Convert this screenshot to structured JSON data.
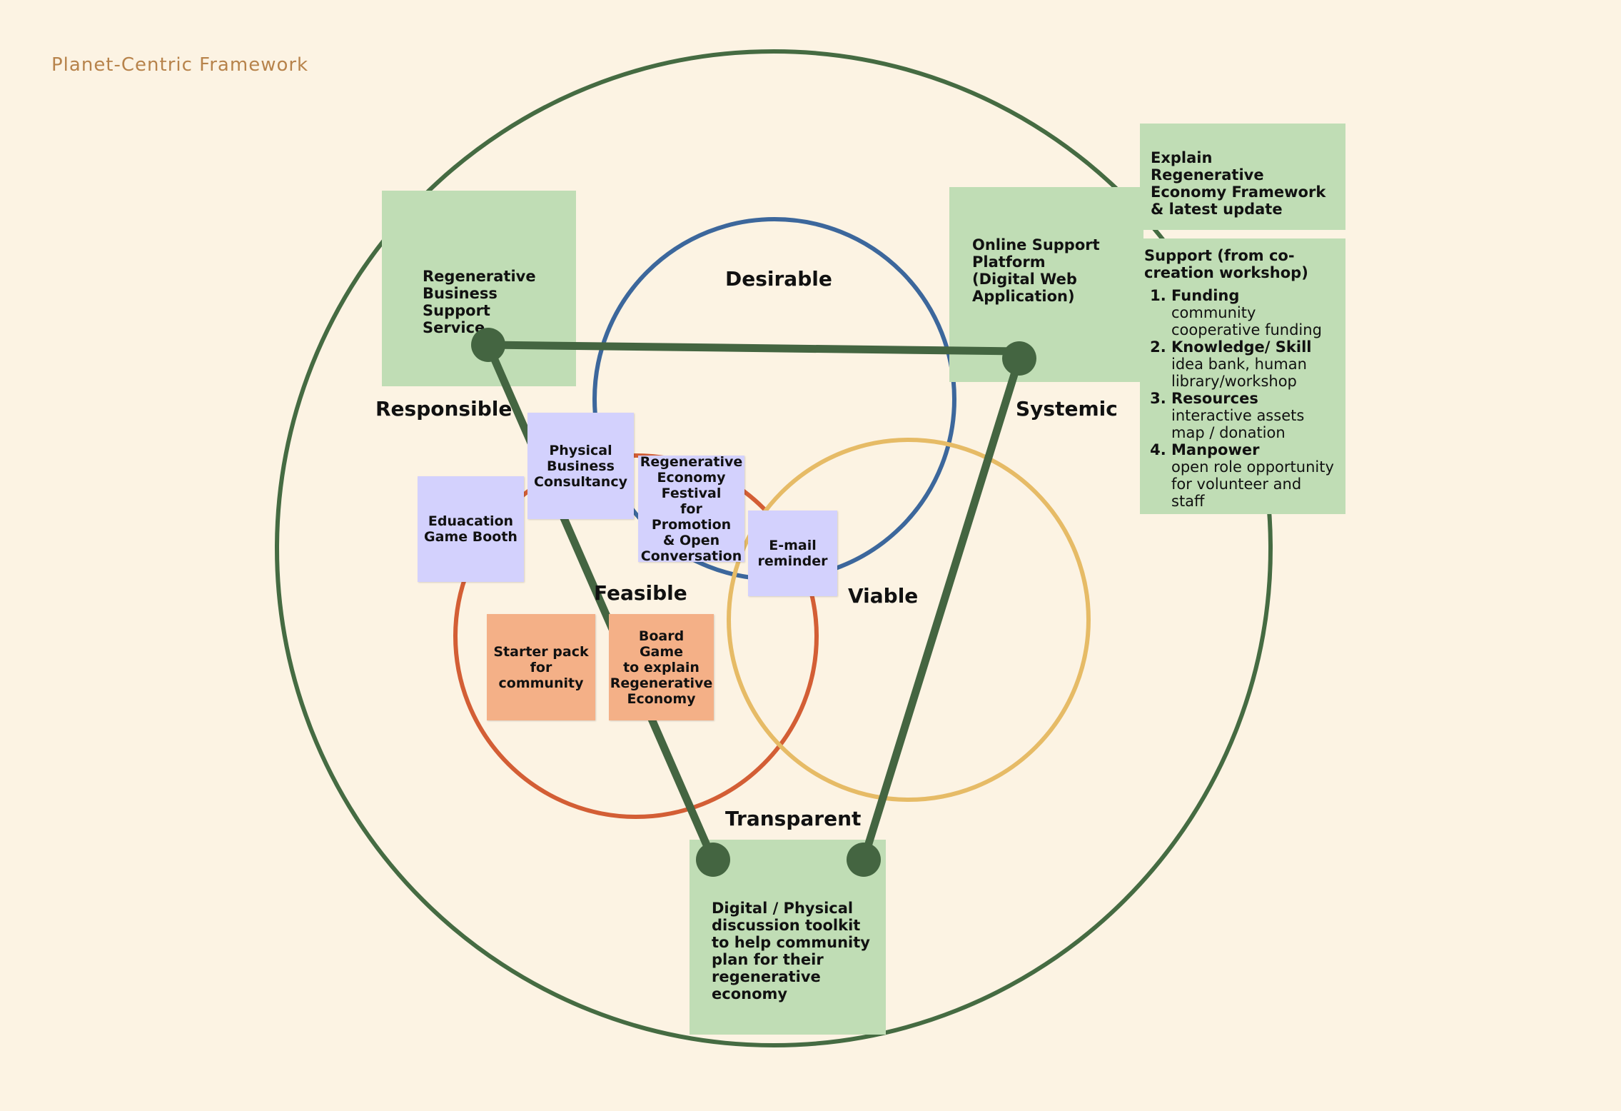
{
  "title": "Planet-Centric Framework",
  "labels": {
    "desirable": "Desirable",
    "responsible": "Responsible",
    "systemic": "Systemic",
    "feasible": "Feasible",
    "viable": "Viable",
    "transparent": "Transparent"
  },
  "green_notes": {
    "regenerative_business_support": "Regenerative\nBusiness\nSupport\nService",
    "online_support_platform": "Online Support\nPlatform\n(Digital Web\nApplication)",
    "explain_framework": "Explain\nRegenerative\nEconomy Framework\n& latest update",
    "discussion_toolkit": "Digital / Physical\ndiscussion toolkit\nto help community\nplan for their\nregenerative\neconomy"
  },
  "support": {
    "heading": "Support (from co-\ncreation workshop)",
    "items": [
      {
        "title": "Funding",
        "desc": "community cooperative funding"
      },
      {
        "title": "Knowledge/ Skill",
        "desc": "idea bank, human library/workshop"
      },
      {
        "title": "Resources",
        "desc": "interactive assets map / donation"
      },
      {
        "title": "Manpower",
        "desc": "open role opportunity for volunteer and staff"
      }
    ]
  },
  "purple_notes": {
    "physical_business_consultancy": "Physical\nBusiness\nConsultancy",
    "education_game_booth": "Eduacation\nGame Booth",
    "regenerative_economy_festival": "Regenerative\nEconomy\nFestival\nfor Promotion\n& Open\nConversation",
    "email_reminder": "E-mail\nreminder"
  },
  "orange_notes": {
    "starter_pack": "Starter pack\nfor community",
    "board_game": "Board\nGame\nto explain\nRegenerative\nEconomy"
  },
  "colors": {
    "background": "#FCF3E3",
    "outer_circle": "#456B42",
    "desirable_circle": "#3C679C",
    "feasible_circle": "#D35E35",
    "viable_circle": "#E6BB66",
    "triangle": "#446541",
    "green_note": "#C0DDB5",
    "purple_note": "#D3D1FD",
    "orange_note": "#F4B087",
    "title_text": "#B7834B"
  }
}
